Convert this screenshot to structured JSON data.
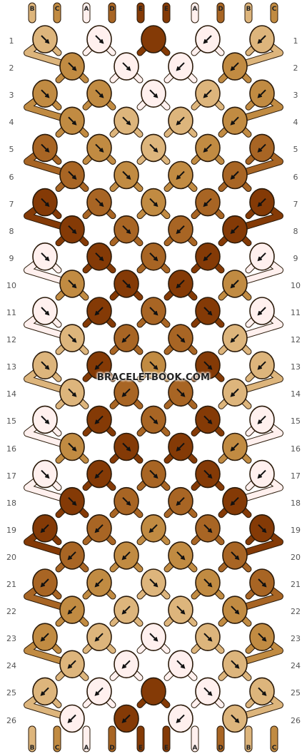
{
  "watermark": "BRACELETBOOK.COM",
  "colors": {
    "A": "#fff0ee",
    "B": "#ddb57c",
    "C": "#c18b42",
    "D": "#a86524",
    "E": "#843a06"
  },
  "top_strands": [
    "B",
    "C",
    "A",
    "D",
    "E",
    "E",
    "A",
    "D",
    "B",
    "C"
  ],
  "bottom_strands": [
    "B",
    "C",
    "A",
    "D",
    "E",
    "E",
    "A",
    "D",
    "B",
    "C"
  ],
  "row_numbers": [
    "1",
    "2",
    "3",
    "4",
    "5",
    "6",
    "7",
    "8",
    "9",
    "10",
    "11",
    "12",
    "13",
    "14",
    "15",
    "16",
    "17",
    "18",
    "19",
    "20",
    "21",
    "22",
    "23",
    "24",
    "25",
    "26"
  ],
  "knot_rows": [
    [
      [
        "B",
        "SE"
      ],
      [
        "A",
        "SE"
      ],
      [
        "E",
        "N"
      ],
      [
        "A",
        "SW"
      ],
      [
        "B",
        "SW"
      ]
    ],
    [
      [
        "C",
        "SE"
      ],
      [
        "A",
        "SE"
      ],
      [
        "A",
        "SW"
      ],
      [
        "C",
        "SW"
      ]
    ],
    [
      [
        "C",
        "SE"
      ],
      [
        "C",
        "SE"
      ],
      [
        "A",
        "SE"
      ],
      [
        "B",
        "SW"
      ],
      [
        "C",
        "SW"
      ]
    ],
    [
      [
        "C",
        "SE"
      ],
      [
        "B",
        "SE"
      ],
      [
        "B",
        "SW"
      ],
      [
        "C",
        "SW"
      ]
    ],
    [
      [
        "D",
        "SE"
      ],
      [
        "C",
        "SE"
      ],
      [
        "B",
        "SE"
      ],
      [
        "C",
        "SW"
      ],
      [
        "D",
        "SW"
      ]
    ],
    [
      [
        "D",
        "SE"
      ],
      [
        "C",
        "SE"
      ],
      [
        "C",
        "SW"
      ],
      [
        "D",
        "SW"
      ]
    ],
    [
      [
        "E",
        "SE"
      ],
      [
        "D",
        "SE"
      ],
      [
        "C",
        "SE"
      ],
      [
        "D",
        "SW"
      ],
      [
        "E",
        "SW"
      ]
    ],
    [
      [
        "E",
        "SE"
      ],
      [
        "D",
        "SE"
      ],
      [
        "D",
        "SW"
      ],
      [
        "E",
        "SW"
      ]
    ],
    [
      [
        "A",
        "SE"
      ],
      [
        "E",
        "SE"
      ],
      [
        "D",
        "SE"
      ],
      [
        "E",
        "SW"
      ],
      [
        "A",
        "SW"
      ]
    ],
    [
      [
        "C",
        "SE"
      ],
      [
        "E",
        "SE"
      ],
      [
        "E",
        "SW"
      ],
      [
        "C",
        "SW"
      ]
    ],
    [
      [
        "A",
        "SE"
      ],
      [
        "E",
        "SW"
      ],
      [
        "D",
        "SE"
      ],
      [
        "E",
        "SE"
      ],
      [
        "A",
        "SW"
      ]
    ],
    [
      [
        "B",
        "SE"
      ],
      [
        "D",
        "SW"
      ],
      [
        "D",
        "SE"
      ],
      [
        "B",
        "SW"
      ]
    ],
    [
      [
        "B",
        "SE"
      ],
      [
        "E",
        "SW"
      ],
      [
        "C",
        "SE"
      ],
      [
        "E",
        "SE"
      ],
      [
        "B",
        "SW"
      ]
    ],
    [
      [
        "B",
        "SE"
      ],
      [
        "D",
        "SW"
      ],
      [
        "D",
        "SE"
      ],
      [
        "B",
        "SW"
      ]
    ],
    [
      [
        "A",
        "SE"
      ],
      [
        "E",
        "SW"
      ],
      [
        "D",
        "SE"
      ],
      [
        "E",
        "SE"
      ],
      [
        "A",
        "SW"
      ]
    ],
    [
      [
        "C",
        "SE"
      ],
      [
        "E",
        "SE"
      ],
      [
        "E",
        "SW"
      ],
      [
        "C",
        "SW"
      ]
    ],
    [
      [
        "A",
        "SE"
      ],
      [
        "E",
        "SW"
      ],
      [
        "D",
        "SE"
      ],
      [
        "E",
        "SE"
      ],
      [
        "A",
        "SW"
      ]
    ],
    [
      [
        "E",
        "SE"
      ],
      [
        "D",
        "SE"
      ],
      [
        "D",
        "SW"
      ],
      [
        "E",
        "SW"
      ]
    ],
    [
      [
        "E",
        "SW"
      ],
      [
        "D",
        "SW"
      ],
      [
        "C",
        "SW"
      ],
      [
        "D",
        "SE"
      ],
      [
        "E",
        "SE"
      ]
    ],
    [
      [
        "D",
        "SW"
      ],
      [
        "C",
        "SW"
      ],
      [
        "C",
        "SE"
      ],
      [
        "D",
        "SE"
      ]
    ],
    [
      [
        "D",
        "SW"
      ],
      [
        "C",
        "SW"
      ],
      [
        "B",
        "SE"
      ],
      [
        "C",
        "SE"
      ],
      [
        "D",
        "SE"
      ]
    ],
    [
      [
        "C",
        "SW"
      ],
      [
        "B",
        "SW"
      ],
      [
        "B",
        "SE"
      ],
      [
        "C",
        "SE"
      ]
    ],
    [
      [
        "C",
        "SW"
      ],
      [
        "B",
        "SW"
      ],
      [
        "A",
        "SE"
      ],
      [
        "B",
        "SE"
      ],
      [
        "C",
        "SE"
      ]
    ],
    [
      [
        "B",
        "SW"
      ],
      [
        "A",
        "SW"
      ],
      [
        "A",
        "SE"
      ],
      [
        "B",
        "SE"
      ]
    ],
    [
      [
        "B",
        "SW"
      ],
      [
        "A",
        "SW"
      ],
      [
        "E",
        "N"
      ],
      [
        "A",
        "SE"
      ],
      [
        "B",
        "SE"
      ]
    ],
    [
      [
        "A",
        "SW"
      ],
      [
        "E",
        "SW"
      ],
      [
        "A",
        "SW"
      ],
      [
        "B",
        "SE"
      ]
    ]
  ]
}
